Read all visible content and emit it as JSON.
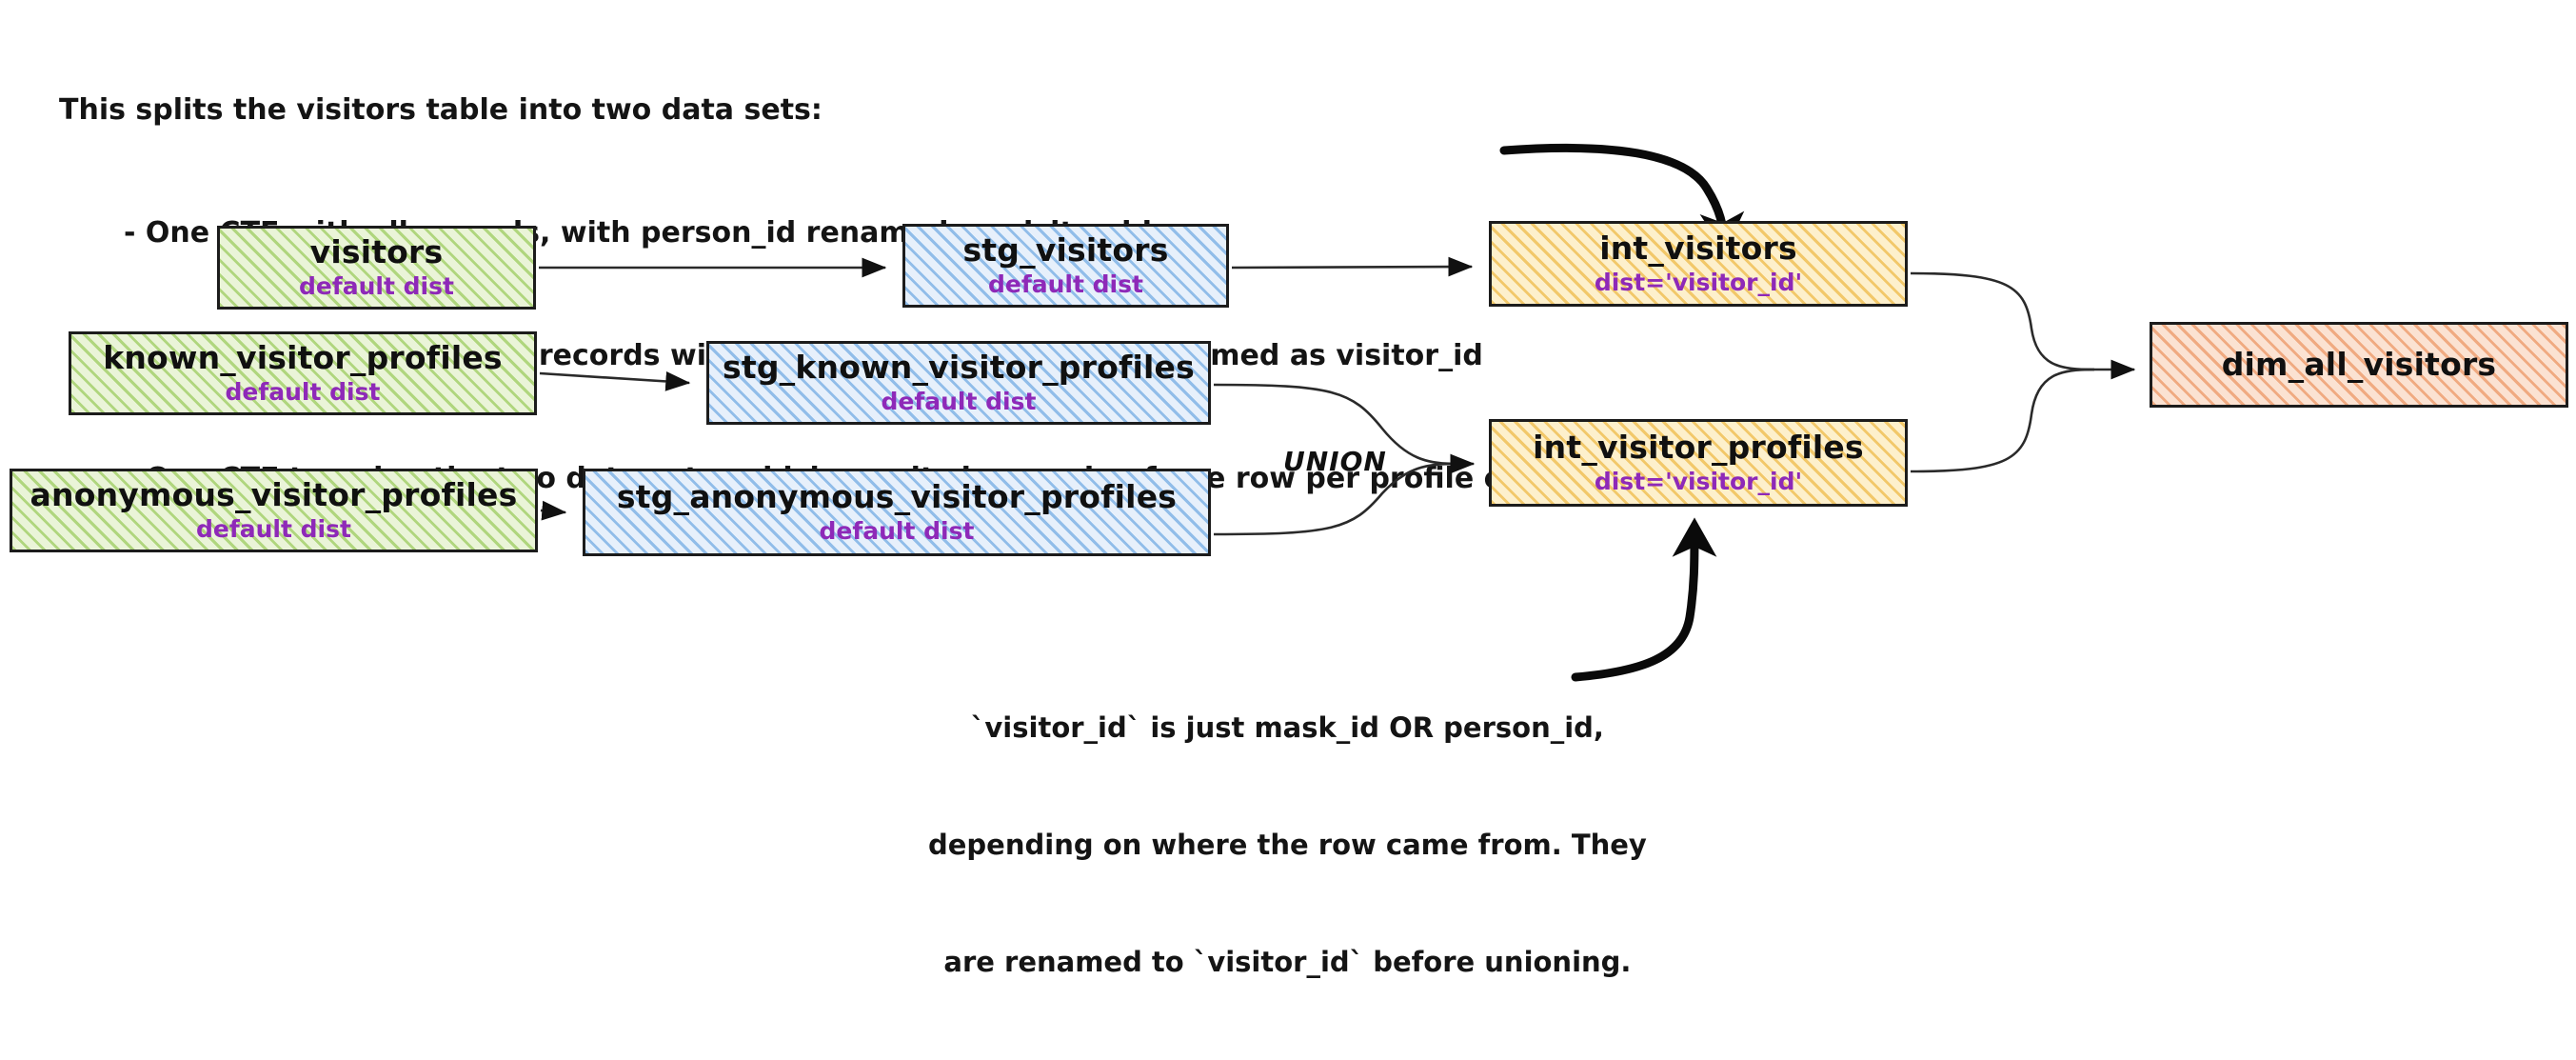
{
  "notes": {
    "top": {
      "name": "explanatory-note-top",
      "lines": [
        "This splits the visitors table into two data sets:",
        "- One CTE with all records, with person_id renamed as visitor_id.",
        "- One CTE filtered to only records with mask_ids, with mask_id renamed as visitor_id",
        "- One CTE to union the two data sets, which results in a grain of one row per profile collected."
      ]
    },
    "bottom": {
      "name": "explanatory-note-bottom",
      "lines": [
        "`visitor_id` is just mask_id OR person_id,",
        "depending on where the row came from. They",
        "are renamed to `visitor_id` before unioning."
      ]
    }
  },
  "union_label": "UNION",
  "nodes": {
    "visitors": {
      "title": "visitors",
      "sub": "default dist",
      "layer": "source"
    },
    "known": {
      "title": "known_visitor_profiles",
      "sub": "default dist",
      "layer": "source"
    },
    "anonymous": {
      "title": "anonymous_visitor_profiles",
      "sub": "default dist",
      "layer": "source"
    },
    "stg_visitors": {
      "title": "stg_visitors",
      "sub": "default dist",
      "layer": "staging"
    },
    "stg_known": {
      "title": "stg_known_visitor_profiles",
      "sub": "default dist",
      "layer": "staging"
    },
    "stg_anonymous": {
      "title": "stg_anonymous_visitor_profiles",
      "sub": "default dist",
      "layer": "staging"
    },
    "int_visitors": {
      "title": "int_visitors",
      "sub": "dist='visitor_id'",
      "layer": "intermediate"
    },
    "int_profiles": {
      "title": "int_visitor_profiles",
      "sub": "dist='visitor_id'",
      "layer": "intermediate"
    },
    "dim_all": {
      "title": "dim_all_visitors",
      "sub": "",
      "layer": "dimension"
    }
  },
  "colors": {
    "source_fill": "#eaf4d8",
    "source_hatch": "#8cc446",
    "staging_fill": "#e7f0fb",
    "staging_hatch": "#5c9ede",
    "intermediate_fill": "#fdf0cc",
    "intermediate_hatch": "#ebb02d",
    "dimension_fill": "#fbe2d2",
    "dimension_hatch": "#e88246",
    "dist_text": "#8e29b8",
    "stroke": "#1c1c1c",
    "background": "#ffffff"
  },
  "edges": [
    {
      "from": "visitors",
      "to": "stg_visitors"
    },
    {
      "from": "known",
      "to": "stg_known"
    },
    {
      "from": "anonymous",
      "to": "stg_anonymous"
    },
    {
      "from": "stg_visitors",
      "to": "int_visitors"
    },
    {
      "from": "stg_known",
      "to": "int_profiles",
      "label": "UNION"
    },
    {
      "from": "stg_anonymous",
      "to": "int_profiles",
      "label": "UNION"
    },
    {
      "from": "int_visitors",
      "to": "dim_all"
    },
    {
      "from": "int_profiles",
      "to": "dim_all"
    }
  ]
}
